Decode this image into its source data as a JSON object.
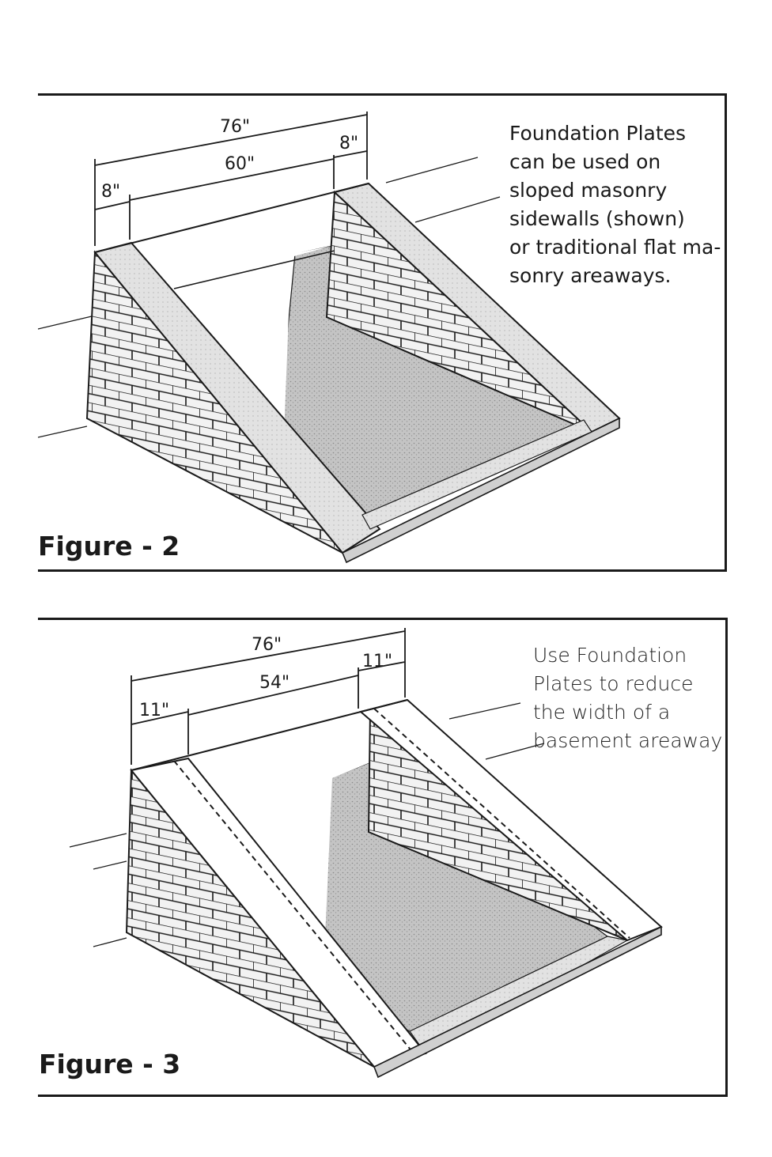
{
  "figure2": {
    "label": "Figure - 2",
    "caption": "Foundation Plates\ncan be used on\nsloped masonry\nsidewalls (shown)\nor traditional flat ma-\nsonry areaways.",
    "dimensions": {
      "overall": "76\"",
      "opening": "60\"",
      "left_plate": "8\"",
      "right_plate": "8\""
    }
  },
  "figure3": {
    "label": "Figure - 3",
    "caption": "Use Foundation\nPlates to reduce\nthe width of a\nbasement areaway",
    "dimensions": {
      "overall": "76\"",
      "opening": "54\"",
      "left_plate": "11\"",
      "right_plate": "11\""
    }
  },
  "colors": {
    "line": "#1a1a1a",
    "concrete": "#d8d8d8",
    "floor": "#b9b9b9",
    "brick": "#eeeeee"
  }
}
